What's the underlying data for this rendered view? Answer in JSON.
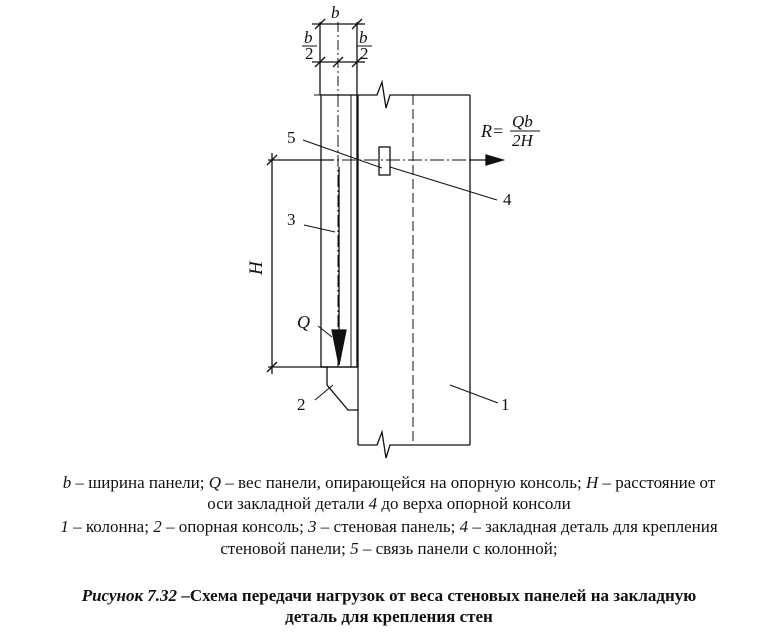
{
  "diagram": {
    "dim_b": "b",
    "dim_b_half_num": "b",
    "dim_b_half_den": "2",
    "dim_H": "H",
    "force_R_prefix": "R=",
    "force_R_num": "Qb",
    "force_R_den": "2H",
    "force_Q": "Q",
    "labels": [
      "1",
      "2",
      "3",
      "4",
      "5"
    ]
  },
  "legend": {
    "line1": {
      "t1": "b",
      "t2": " – ширина панели; ",
      "t3": "Q",
      "t4": " – вес панели, опирающейся на опорную консоль; ",
      "t5": "H",
      "t6": " – расстояние от"
    },
    "line2": {
      "t1": "оси закладной детали ",
      "t2": "4",
      "t3": " до верха опорной консоли"
    },
    "line3": {
      "t1": "1",
      "t2": " – колонна; ",
      "t3": "2",
      "t4": " – опорная консоль; ",
      "t5": "3",
      "t6": " – стеновая панель; ",
      "t7": "4",
      "t8": " – закладная деталь для крепления"
    },
    "line4": {
      "t1": "стеновой панели; ",
      "t2": "5",
      "t3": " – связь панели с колонной;"
    }
  },
  "caption": {
    "prefix": "Рисунок 7.32",
    "text_line1": " –Схема передачи нагрузок от веса стеновых панелей на закладную",
    "text_line2": "деталь для крепления стен"
  }
}
